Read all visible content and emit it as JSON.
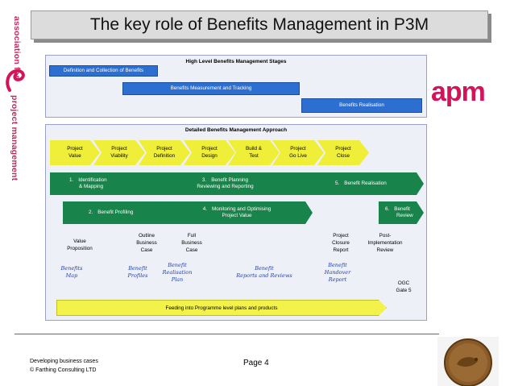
{
  "title": "The key role of Benefits Management in P3M",
  "side_logo": {
    "line1": "association for",
    "line2": "project management"
  },
  "apm_logo": "apm",
  "top_panel": {
    "title": "High Level Benefits Management Stages",
    "stages": [
      "Definition and Collection of Benefits",
      "Benefits Measurement and Tracking",
      "Benefits Realisation"
    ]
  },
  "bottom_panel": {
    "title": "Detailed Benefits Management Approach",
    "chevrons": [
      {
        "line1": "Project",
        "line2": "Value"
      },
      {
        "line1": "Project",
        "line2": "Viability"
      },
      {
        "line1": "Project",
        "line2": "Definition"
      },
      {
        "line1": "Project",
        "line2": "Design"
      },
      {
        "line1": "Build &",
        "line2": "Test"
      },
      {
        "line1": "Project",
        "line2": "Go Live"
      },
      {
        "line1": "Project",
        "line2": "Close"
      }
    ],
    "steps_row1": [
      {
        "num": "1.",
        "line1": "Identification",
        "line2": "& Mapping"
      },
      {
        "num": "3.",
        "line1": "Benefit Planning",
        "line2": "Reviewing and Reporting"
      },
      {
        "num": "5.",
        "line1": "Benefit Realisation",
        "line2": ""
      }
    ],
    "steps_row2": [
      {
        "num": "2.",
        "line1": "Benefit Profiling",
        "line2": ""
      },
      {
        "num": "4.",
        "line1": "Monitoring and Optimising",
        "line2": "Project Value"
      },
      {
        "num": "6.",
        "line1": "Benefit",
        "line2": "Review"
      }
    ],
    "documents": [
      {
        "line1": "Value",
        "line2": "Proposition",
        "line3": ""
      },
      {
        "line1": "Outline",
        "line2": "Business",
        "line3": "Case"
      },
      {
        "line1": "Full",
        "line2": "Business",
        "line3": "Case"
      },
      {
        "line1": "Project",
        "line2": "Closure",
        "line3": "Report"
      },
      {
        "line1": "Post-",
        "line2": "Implementation",
        "line3": "Review"
      }
    ],
    "artefacts": [
      {
        "line1": "Benefits",
        "line2": "Map",
        "line3": ""
      },
      {
        "line1": "Benefit",
        "line2": "Profiles",
        "line3": ""
      },
      {
        "line1": "Benefit",
        "line2": "Realisation",
        "line3": "Plan"
      },
      {
        "line1": "Benefit",
        "line2": "Reports and Reviews",
        "line3": ""
      },
      {
        "line1": "Benefit",
        "line2": "Handover",
        "line3": "Report"
      }
    ],
    "ogc": {
      "line1": "OGC",
      "line2": "Gate 5"
    },
    "feed": "Feeding into Programme level plans and products"
  },
  "footer": {
    "line1": "Developing business cases",
    "line2": "© Farthing Consulting LTD",
    "page": "Page 4"
  },
  "colors": {
    "blue": "#2d6fd0",
    "green": "#18834a",
    "yellow": "#efef3a",
    "pink": "#d4145a"
  }
}
